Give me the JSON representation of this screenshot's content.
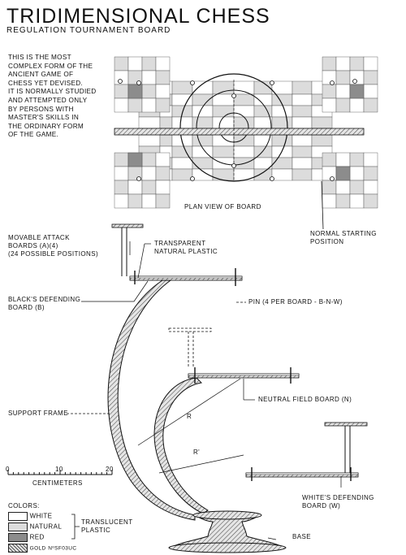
{
  "title": "TRIDIMENSIONAL CHESS",
  "subtitle": "REGULATION TOURNAMENT BOARD",
  "intro_lines": [
    "THIS IS THE MOST",
    "COMPLEX FORM OF THE",
    "ANCIENT GAME OF",
    "CHESS YET DEVISED.",
    "IT IS NORMALLY STUDIED",
    "AND ATTEMPTED ONLY",
    "BY PERSONS WITH",
    "MASTER'S SKILLS IN",
    "THE ORDINARY FORM",
    "OF THE GAME."
  ],
  "plan_view_label": "PLAN VIEW OF BOARD",
  "normal_start": [
    "NORMAL STARTING",
    "POSITION"
  ],
  "movable_attack": [
    "MOVABLE ATTACK",
    "BOARDS (A)(4)",
    "(24 POSSIBLE POSITIONS)"
  ],
  "transparent": [
    "TRANSPARENT",
    "NATURAL PLASTIC"
  ],
  "blacks_defending": [
    "BLACK'S DEFENDING",
    "BOARD (B)"
  ],
  "pin": "PIN (4 PER BOARD - B-N-W)",
  "support_frame": "SUPPORT FRAME",
  "neutral": "NEUTRAL FIELD BOARD (N)",
  "radius_labels": [
    "R",
    "R'"
  ],
  "whites_defending": [
    "WHITE'S DEFENDING",
    "BOARD (W)"
  ],
  "base": "BASE",
  "scale": {
    "ticks": [
      "0",
      "10",
      "20"
    ],
    "unit": "CENTIMETERS"
  },
  "colors_title": "COLORS:",
  "colors": [
    "WHITE",
    "NATURAL",
    "RED",
    "GOLD"
  ],
  "translucent": [
    "TRANSLUCENT",
    "PLASTIC"
  ],
  "gold_code": "NºSF03UC",
  "palette": {
    "white": "#ffffff",
    "natural": "#dcdcdc",
    "red": "#8c8c8c",
    "gold": "#bdbdbd"
  }
}
